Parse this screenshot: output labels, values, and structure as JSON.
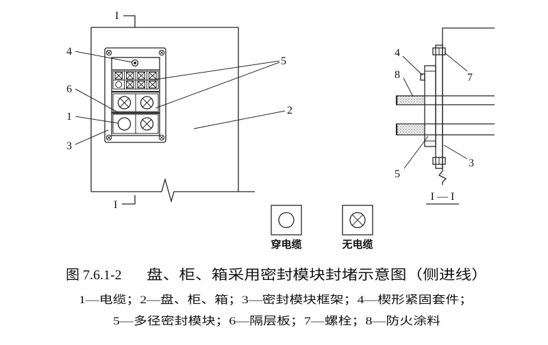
{
  "figure": {
    "section_marks": {
      "top": "I",
      "bottom": "I"
    },
    "labels": {
      "cable": "1",
      "panel": "2",
      "frame": "3",
      "wedge": "4",
      "module": "5",
      "separator": "6",
      "bolt": "7",
      "coating": "8"
    },
    "section_view": {
      "title": "I — I"
    },
    "legend": {
      "with_cable": "穿电缆",
      "no_cable": "无电缆"
    }
  },
  "caption": {
    "number": "图 7.6.1-2",
    "title": "盘、柜、箱采用密封模块封堵示意图（侧进线）"
  },
  "notes": [
    "1—电缆；2—盘、柜、箱；3—密封模块框架；4—楔形紧固套件；",
    "5—多径密封模块；6—隔层板；7—螺栓；8—防火涂料"
  ]
}
